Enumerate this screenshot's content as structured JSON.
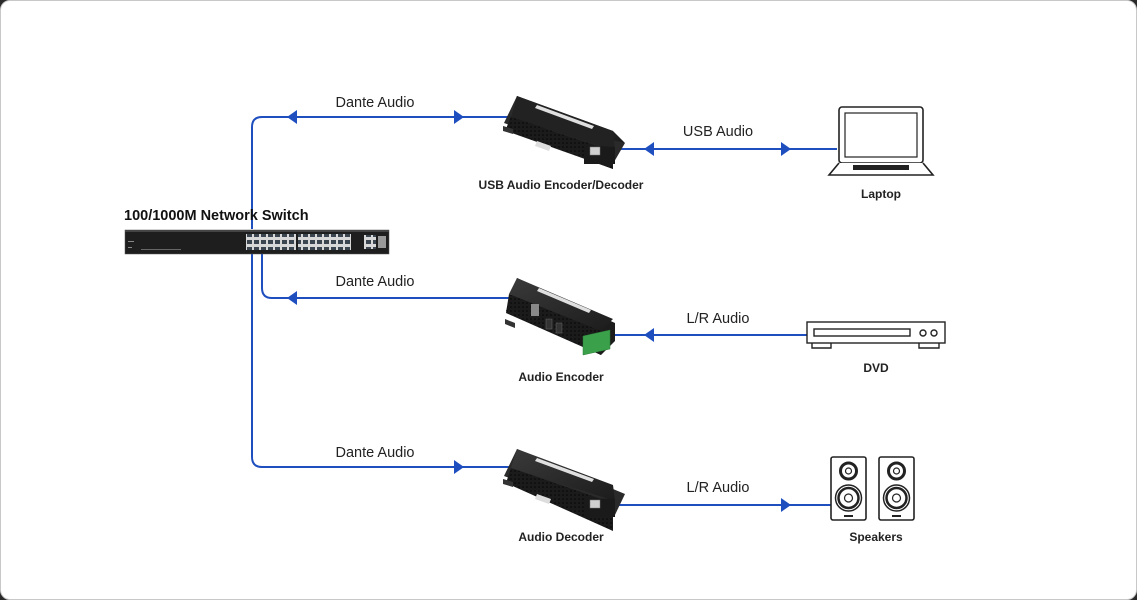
{
  "diagram": {
    "line_color": "#1f4fbf",
    "switch": {
      "label": "100/1000M Network Switch"
    },
    "devices": {
      "usb_encoder_decoder": {
        "label": "USB Audio Encoder/Decoder"
      },
      "audio_encoder": {
        "label": "Audio Encoder"
      },
      "audio_decoder": {
        "label": "Audio Decoder"
      },
      "laptop": {
        "label": "Laptop"
      },
      "dvd": {
        "label": "DVD"
      },
      "speakers": {
        "label": "Speakers"
      }
    },
    "links": {
      "dante_top": {
        "label": "Dante Audio",
        "direction": "bidirectional"
      },
      "dante_middle": {
        "label": "Dante Audio",
        "direction": "encoder-to-switch"
      },
      "dante_bottom": {
        "label": "Dante Audio",
        "direction": "switch-to-decoder"
      },
      "usb": {
        "label": "USB Audio",
        "direction": "bidirectional"
      },
      "lr_in": {
        "label": "L/R Audio",
        "direction": "dvd-to-encoder"
      },
      "lr_out": {
        "label": "L/R Audio",
        "direction": "decoder-to-speakers"
      }
    }
  }
}
